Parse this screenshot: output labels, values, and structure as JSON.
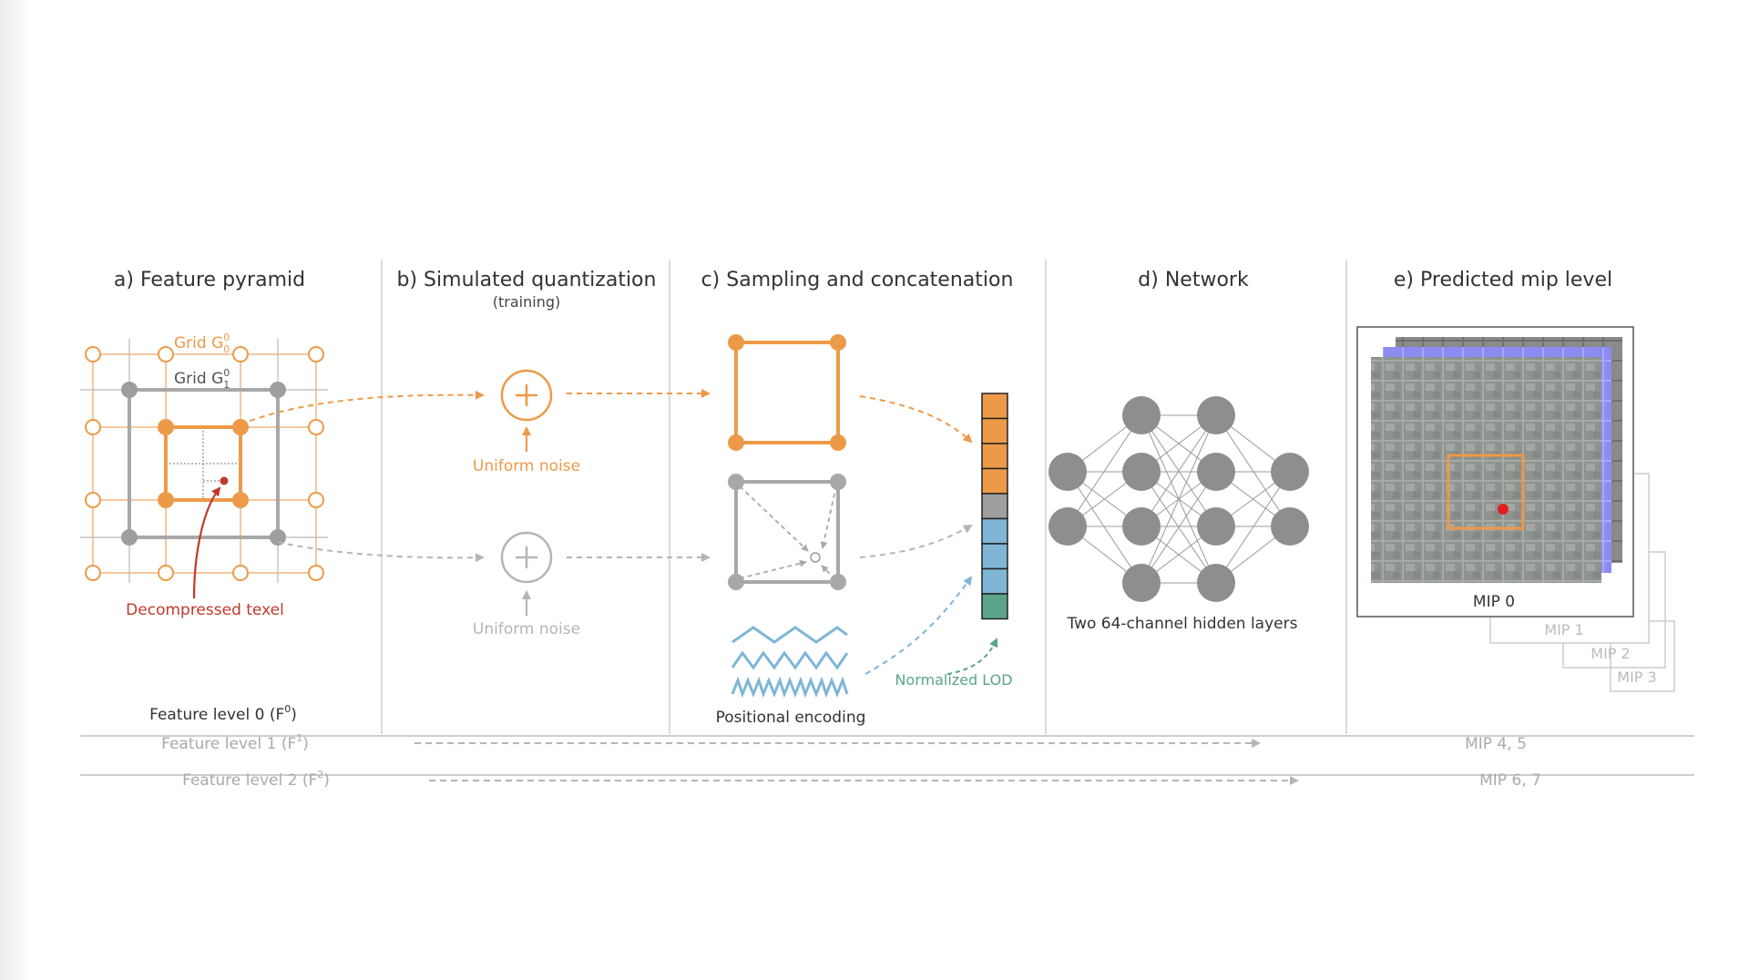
{
  "panels": {
    "a": {
      "title": "a) Feature pyramid",
      "grid_g0": "Grid G",
      "grid_g1": "Grid G",
      "decompressed": "Decompressed texel",
      "level0": "Feature level 0 (F",
      "level0_close": ")"
    },
    "b": {
      "title": "b) Simulated quantization",
      "subtitle": "(training)",
      "noise_top": "Uniform noise",
      "noise_bottom": "Uniform noise",
      "plus": "+"
    },
    "c": {
      "title": "c) Sampling and concatenation",
      "positional": "Positional encoding",
      "lod": "Normalized LOD"
    },
    "d": {
      "title": "d) Network",
      "hidden": "Two 64-channel hidden layers"
    },
    "e": {
      "title": "e) Predicted mip level",
      "mip0": "MIP 0",
      "mip1": "MIP 1",
      "mip2": "MIP 2",
      "mip3": "MIP 3"
    }
  },
  "rows": {
    "level1": "Feature level 1 (F",
    "level1_close": ")",
    "level1_mips": "MIP 4, 5",
    "level2": "Feature level 2 (F",
    "level2_close": ")",
    "level2_mips": "MIP 6, 7"
  },
  "superscripts": {
    "g0_sup": "0",
    "g0_sub": "0",
    "g1_sup": "0",
    "g1_sub": "1",
    "f0": "0",
    "f1": "1",
    "f2": "2"
  },
  "colors": {
    "orange": "#ed9a48",
    "gray": "#9e9e9e",
    "blue": "#7fb6d6",
    "green": "#5aa58a",
    "red": "#c0392b",
    "text": "#333333"
  },
  "feature_vector": [
    "orange",
    "orange",
    "orange",
    "orange",
    "gray",
    "blue",
    "blue",
    "blue",
    "green"
  ]
}
